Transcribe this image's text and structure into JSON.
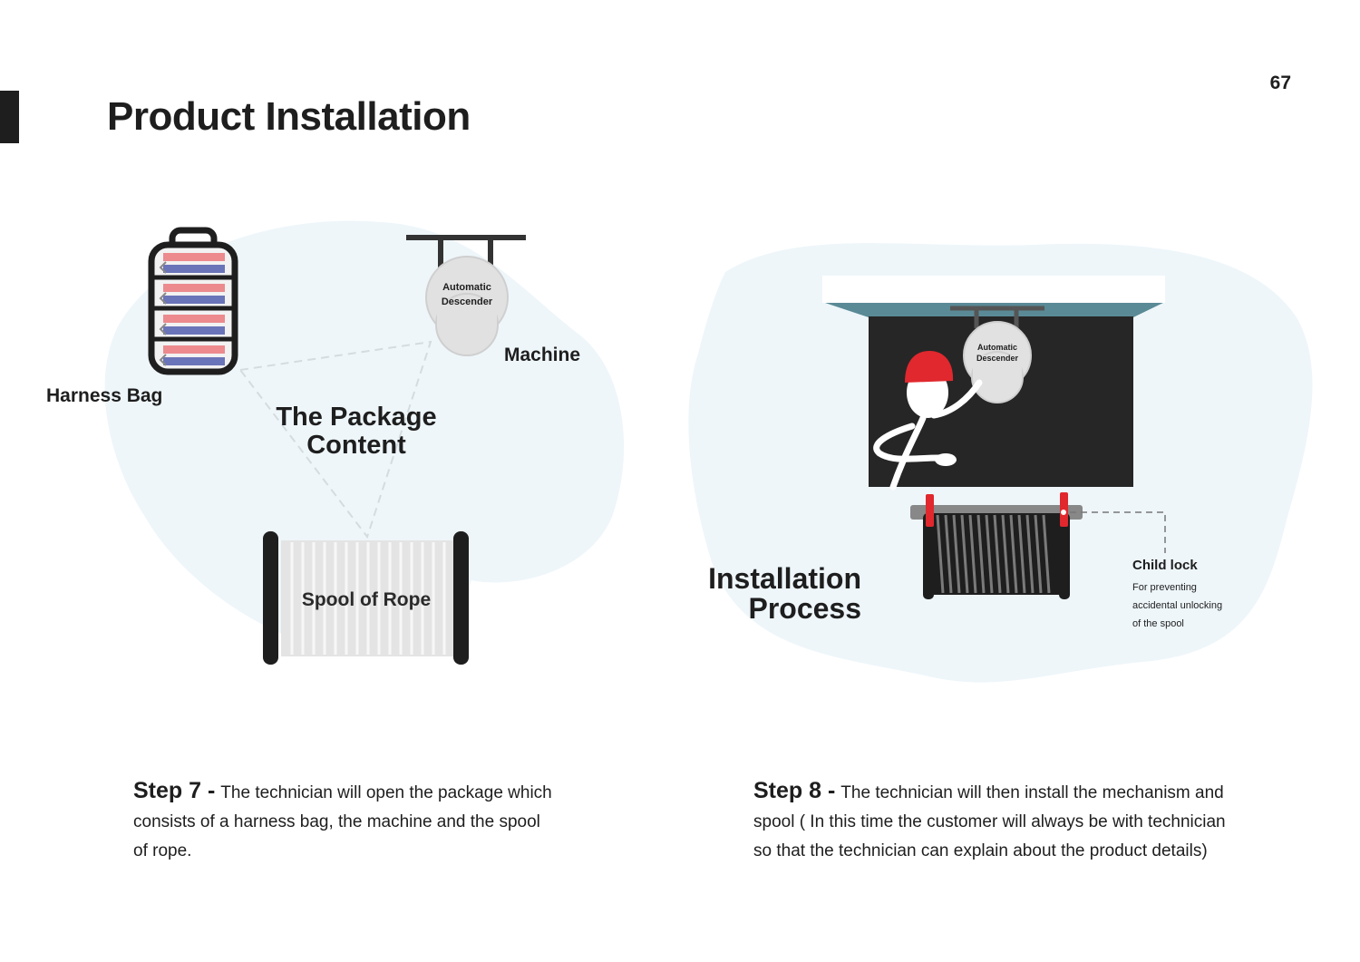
{
  "page": {
    "number": "67",
    "title": "Product Installation"
  },
  "package_content": {
    "title_line1": "The Package",
    "title_line2": "Content",
    "harness_bag_label": "Harness Bag",
    "machine_label": "Machine",
    "machine_badge_line1": "Automatic",
    "machine_badge_line2": "Descender",
    "spool_label": "Spool of Rope"
  },
  "installation": {
    "title_line1": "Installation",
    "title_line2": "Process",
    "machine_badge_line1": "Automatic",
    "machine_badge_line2": "Descender",
    "child_lock_title": "Child lock",
    "child_lock_line1": "For preventing",
    "child_lock_line2": "accidental unlocking",
    "child_lock_line3": "of the spool"
  },
  "steps": {
    "step7_head": "Step 7 -",
    "step7_text": "The technician will open the package which consists of a harness bag, the machine and the spool of rope.",
    "step8_head": "Step 8 -",
    "step8_text": "The technician will then install the mechanism and spool ( In this time the customer will always be with technician so that the technician can explain about the product details)"
  },
  "colors": {
    "blob": "#eef6fa",
    "dark": "#1e1e1e",
    "accent_red": "#e0282e",
    "ceiling_teal": "#5a8a96",
    "bag_pink": "#ec8a8e",
    "bag_blue": "#6a74b8"
  }
}
